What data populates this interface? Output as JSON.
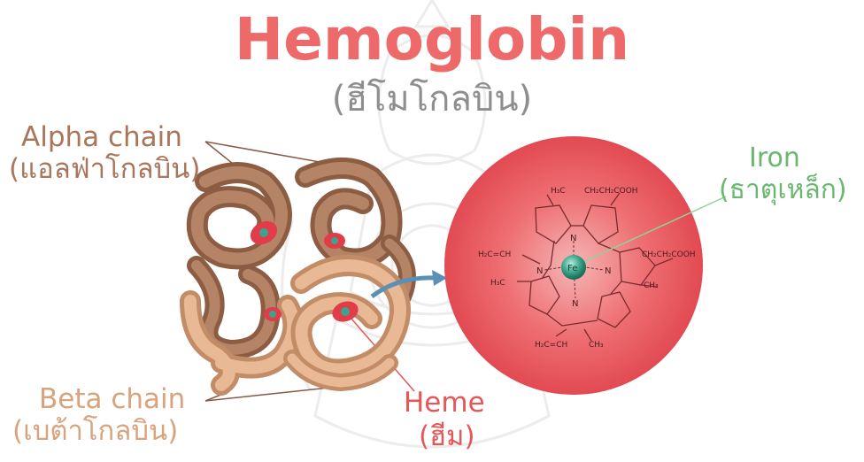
{
  "title": "Hemoglobin",
  "subtitle": "(ฮีโมโกลบิน)",
  "labels": {
    "alpha_chain": "Alpha chain",
    "alpha_chain_thai": "(แอลฟ่าโกลบิน)",
    "beta_chain": "Beta chain",
    "beta_chain_thai": "(เบต้าโกลบิน)",
    "heme": "Heme",
    "heme_thai": "(ฮีม)",
    "iron": "Iron",
    "iron_thai": "(ธาตุเหล็ก)"
  },
  "heme_structure": {
    "center_atom": "Fe",
    "nitrogen": "N",
    "groups": {
      "top_left": "H₃C",
      "top_right": "CH₂CH₂COOH",
      "left_vinyl": "H₂C=CH",
      "right_top": "CH₂CH₂COOH",
      "left_methyl": "H₃C",
      "right_methyl": "CH₃",
      "bottom_left": "H₂C=CH",
      "bottom_right": "CH₃"
    }
  },
  "colors": {
    "title": "#ee6a6a",
    "subtitle": "#8e8e8e",
    "alpha_label": "#a9755b",
    "beta_label": "#d9a37e",
    "heme_label": "#e65757",
    "iron_label": "#69b86e",
    "heme_circle": "#ea4f55",
    "iron_atom": "#3aa58a",
    "arrow": "#5a8fb6"
  }
}
